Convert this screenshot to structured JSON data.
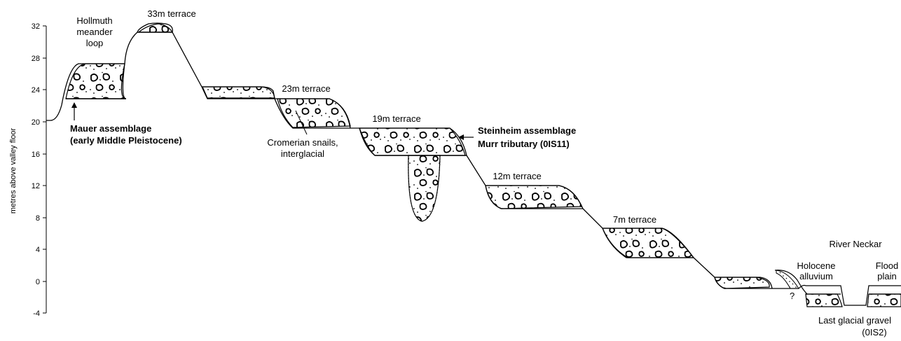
{
  "axis": {
    "title": "metres above valley floor",
    "ticks": [
      "32",
      "28",
      "24",
      "20",
      "16",
      "12",
      "8",
      "4",
      "0",
      "-4"
    ]
  },
  "labels": {
    "hollmuth": [
      "Hollmuth",
      "meander",
      "loop"
    ],
    "t33": "33m terrace",
    "t23": "23m terrace",
    "t19": "19m terrace",
    "t12": "12m terrace",
    "t7": "7m terrace",
    "mauer": [
      "Mauer assemblage",
      "(early Middle Pleistocene)"
    ],
    "cromerian": [
      "Cromerian snails,",
      "interglacial"
    ],
    "steinheim": [
      "Steinheim assemblage",
      "Murr tributary (0IS11)"
    ],
    "river_neckar": "River Neckar",
    "holocene": [
      "Holocene",
      "alluvium"
    ],
    "flood_plain": [
      "Flood",
      "plain"
    ],
    "last_glacial": [
      "Last glacial gravel",
      "(0IS2)"
    ],
    "question": "?"
  }
}
